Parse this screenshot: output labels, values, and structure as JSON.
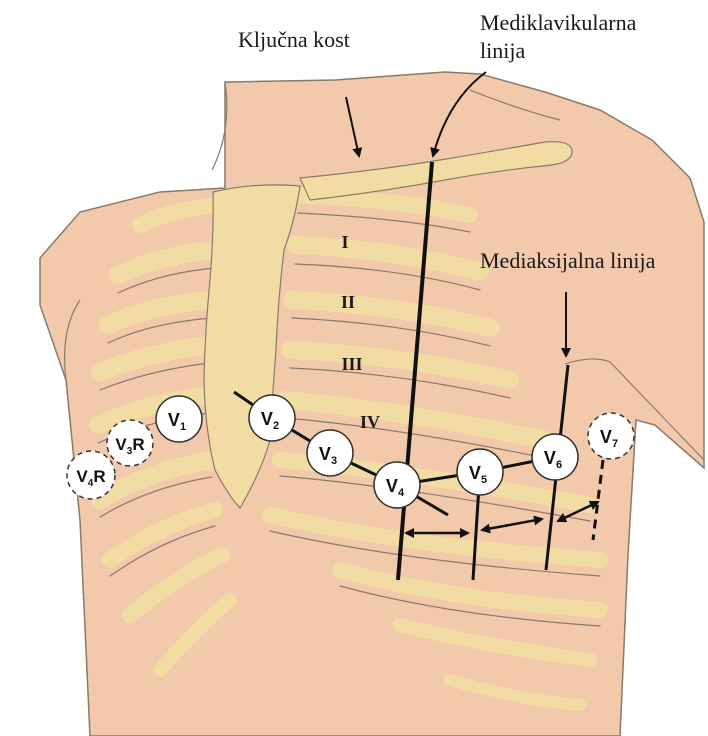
{
  "labels": {
    "clavicle": "Ključna kost",
    "midclavicular_line_1": "Mediklavikularna",
    "midclavicular_line_2": "linija",
    "midaxillary_line": "Mediaksijalna linija"
  },
  "intercostal_spaces": [
    "I",
    "II",
    "III",
    "IV"
  ],
  "electrodes": {
    "v1": {
      "lead": "V",
      "sub": "1",
      "suffix": ""
    },
    "v2": {
      "lead": "V",
      "sub": "2",
      "suffix": ""
    },
    "v3": {
      "lead": "V",
      "sub": "3",
      "suffix": ""
    },
    "v4": {
      "lead": "V",
      "sub": "4",
      "suffix": ""
    },
    "v5": {
      "lead": "V",
      "sub": "5",
      "suffix": ""
    },
    "v6": {
      "lead": "V",
      "sub": "6",
      "suffix": ""
    },
    "v7": {
      "lead": "V",
      "sub": "7",
      "suffix": ""
    },
    "v3r": {
      "lead": "V",
      "sub": "3",
      "suffix": "R"
    },
    "v4r": {
      "lead": "V",
      "sub": "4",
      "suffix": "R"
    }
  },
  "colors": {
    "skin": "#f2c9aa",
    "bone": "#f1dda4",
    "outline": "#8a7a6a",
    "line": "#111111"
  }
}
